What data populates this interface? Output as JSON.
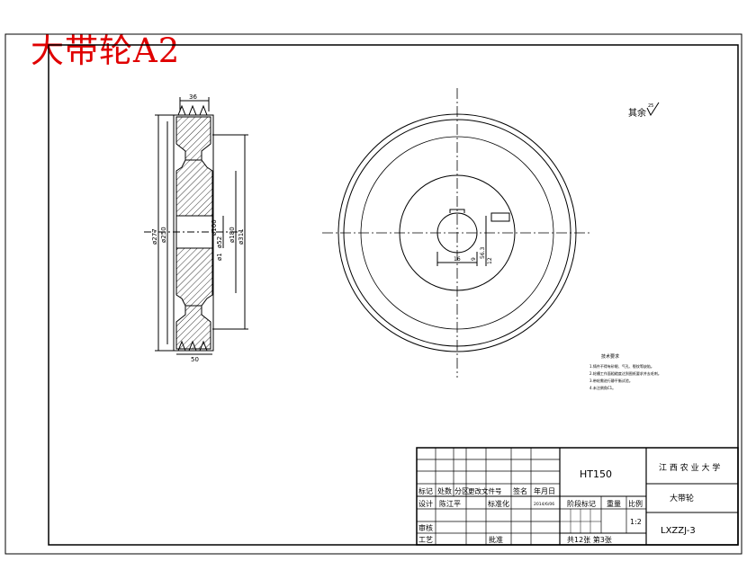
{
  "banner": {
    "title": "大带轮A2"
  },
  "drawing": {
    "roughness_note": "其余",
    "roughness_symbol": "25",
    "side_view_dims": {
      "top_width": "36",
      "bottom_width": "50",
      "d_outer": "ø277",
      "d_pitch": "ø250",
      "d_bore": "ø52",
      "d_hub_inner": "ø100",
      "d_hub": "ø180",
      "d_rim": "ø311",
      "d_center": "ø1"
    },
    "front_view_dims": {
      "keyway_width": "16",
      "keyway_depth": "56.3",
      "keyway_depth2": "12",
      "keyway_h": "9"
    },
    "tech_notes": {
      "title": "技术要求",
      "lines": [
        "1.铸件不得有砂眼、气孔、裂纹等缺陷。",
        "2.轮槽工作面粗糙度达到图纸要求并去毛刺。",
        "3.带轮需进行静平衡试验。",
        "4.未注倒角C1。"
      ]
    }
  },
  "title_block": {
    "material": "HT150",
    "school": "江 西 农 业 大 学",
    "part_name": "大带轮",
    "scale_label": "比例",
    "scale": "1:2",
    "weight_label": "重量",
    "stage_label": "阶段标记",
    "drawing_number": "LXZZJ-3",
    "sheet_info": "共12张 第3张",
    "headers": [
      "标记",
      "处数",
      "分区",
      "更改文件号",
      "签名",
      "年月日"
    ],
    "row_design": {
      "label": "设计",
      "name": "陈江平",
      "std_label": "标准化",
      "date": "2014/6/06"
    },
    "row_check": "审核",
    "row_process": "工艺",
    "approve": "批准"
  }
}
